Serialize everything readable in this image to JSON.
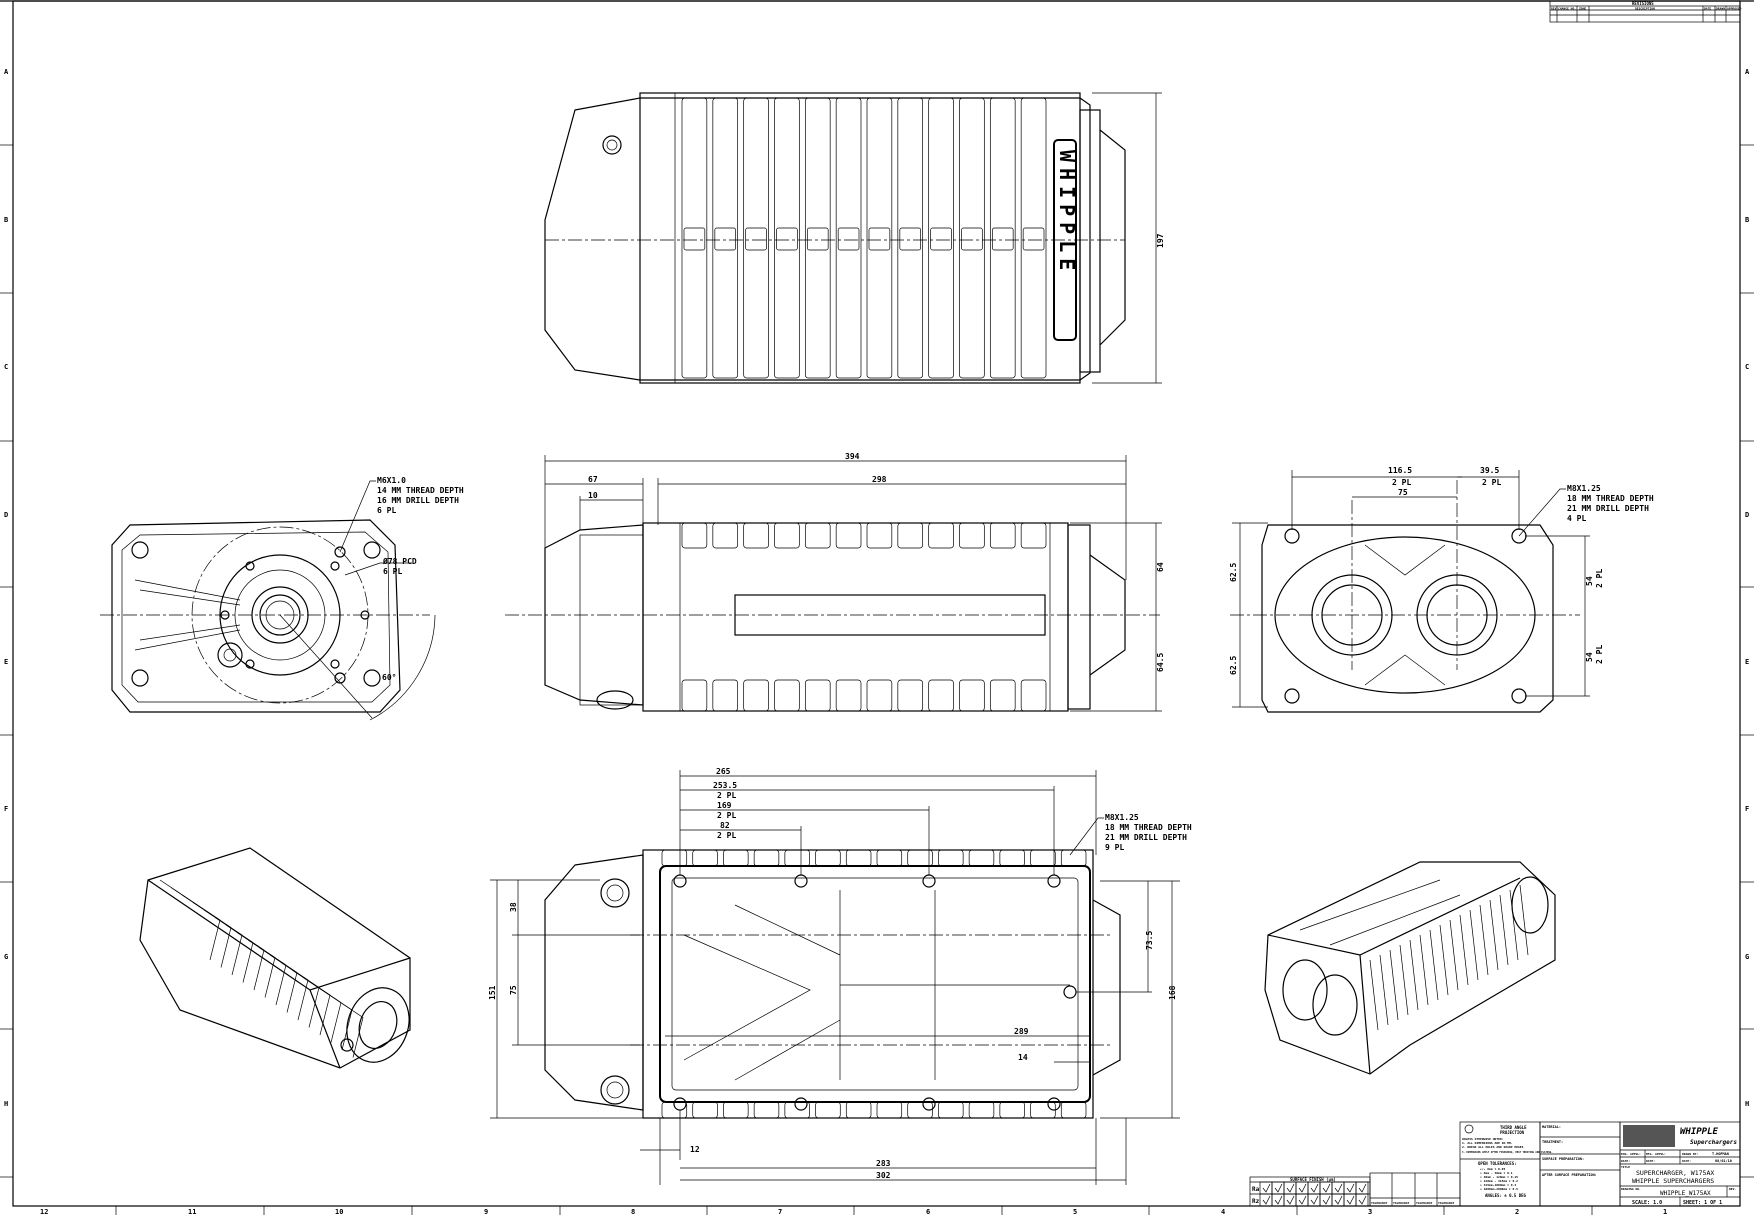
{
  "zones": {
    "rows": [
      "A",
      "B",
      "C",
      "D",
      "E",
      "F",
      "G",
      "H"
    ],
    "columns": [
      "12",
      "11",
      "10",
      "9",
      "8",
      "7",
      "6",
      "5",
      "4",
      "3",
      "2",
      "1"
    ]
  },
  "revisions": {
    "title": "REVISIONS",
    "headers": [
      "REV",
      "CHANGE NO.",
      "ZONE",
      "DESCRIPTION",
      "DATE",
      "DRAWN",
      "APPROVED"
    ]
  },
  "top_view": {
    "dim_height": "197",
    "logo_text": "WHIPPLE"
  },
  "end_view_left": {
    "callout_thread": [
      "M6X1.0",
      "14 MM THREAD DEPTH",
      "16 MM DRILL DEPTH",
      "6 PL"
    ],
    "callout_pcd": [
      "Ø78 PCD",
      "6 PL"
    ],
    "angle": "60°"
  },
  "front_view": {
    "dim_overall": "394",
    "dim_body": "298",
    "dim_67": "67",
    "dim_10": "10",
    "dim_upper": "64",
    "dim_lower": "64.5"
  },
  "end_view_right": {
    "dim_116": "116.5",
    "dim_116_note": "2 PL",
    "dim_39": "39.5",
    "dim_39_note": "2 PL",
    "dim_75": "75",
    "dim_62a": "62.5",
    "dim_62b": "62.5",
    "dim_54a": "54",
    "dim_54a_note": "2 PL",
    "dim_54b": "54",
    "dim_54b_note": "2 PL",
    "callout_thread": [
      "M8X1.25",
      "18 MM THREAD DEPTH",
      "21 MM DRILL DEPTH",
      "4 PL"
    ]
  },
  "bottom_view": {
    "dim_265": "265",
    "dim_253": "253.5",
    "dim_253_note": "2 PL",
    "dim_169": "169",
    "dim_169_note": "2 PL",
    "dim_82": "82",
    "dim_82_note": "2 PL",
    "dim_38": "38",
    "dim_75": "75",
    "dim_151": "151",
    "dim_73": "73.5",
    "dim_168": "168",
    "dim_289": "289",
    "dim_14": "14",
    "dim_12": "12",
    "dim_283": "283",
    "dim_302": "302",
    "callout_thread": [
      "M8X1.25",
      "18 MM THREAD DEPTH",
      "21 MM DRILL DEPTH",
      "9 PL"
    ]
  },
  "surface_finish": {
    "title": "SURFACE FINISH (µm)",
    "row_ra": "Ra",
    "row_rz": "Rz",
    "tolerance_label": "TOLERANCE"
  },
  "title_block": {
    "projection": [
      "THIRD ANGLE",
      "PROJECTION"
    ],
    "notes_title": "UNLESS OTHERWISE NOTED:",
    "notes": [
      "1. ALL DIMENSIONS ARE IN MM.",
      "2. BREAK ALL HOLES AND SHARP EDGES",
      "3. DIMENSIONS APPLY AFTER FINISHING, HEAT TREATING AND PLATING."
    ],
    "open_tolerances_title": "OPEN TOLERANCES:",
    "open_tolerances": [
      "+/- 6mm ± 0.05",
      "> 6mm - 30mm ± 0.1",
      "> 30mm - 120mm ± 0.15",
      "> 120mm - 315mm ± 0.2",
      "> 315mm-1000mm ± 0.3",
      "> 1000mm-2000mm ± 0.5"
    ],
    "angles": "ANGLES: ± 0.5 DEG",
    "material": "MATERIAL:",
    "treatment": "TREATMENT:",
    "surface_prep": "SURFACE PREPARATION:",
    "after_surface_prep": "AFTER SURFACE PREPARATION:",
    "company": "WHIPPLE",
    "company_sub": "Superchargers",
    "drawn_by_label": "DRAWN BY:",
    "drawn_by": "T.HOFMAN",
    "date_label": "DATE:",
    "date": "08/01/10",
    "eng_appvl": "ENG. APPVL:",
    "mfg_appvl": "MFG. APPVL:",
    "title_label": "TITLE",
    "title_line1": "SUPERCHARGER, W175AX",
    "title_line2": "WHIPPLE SUPERCHARGERS",
    "drawing_no_label": "DRAWING NO.",
    "drawing_no": "WHIPPLE_W175AX",
    "rev_label": "REV.",
    "scale": "SCALE: 1.0",
    "sheet": "SHEET: 1 OF 1"
  }
}
